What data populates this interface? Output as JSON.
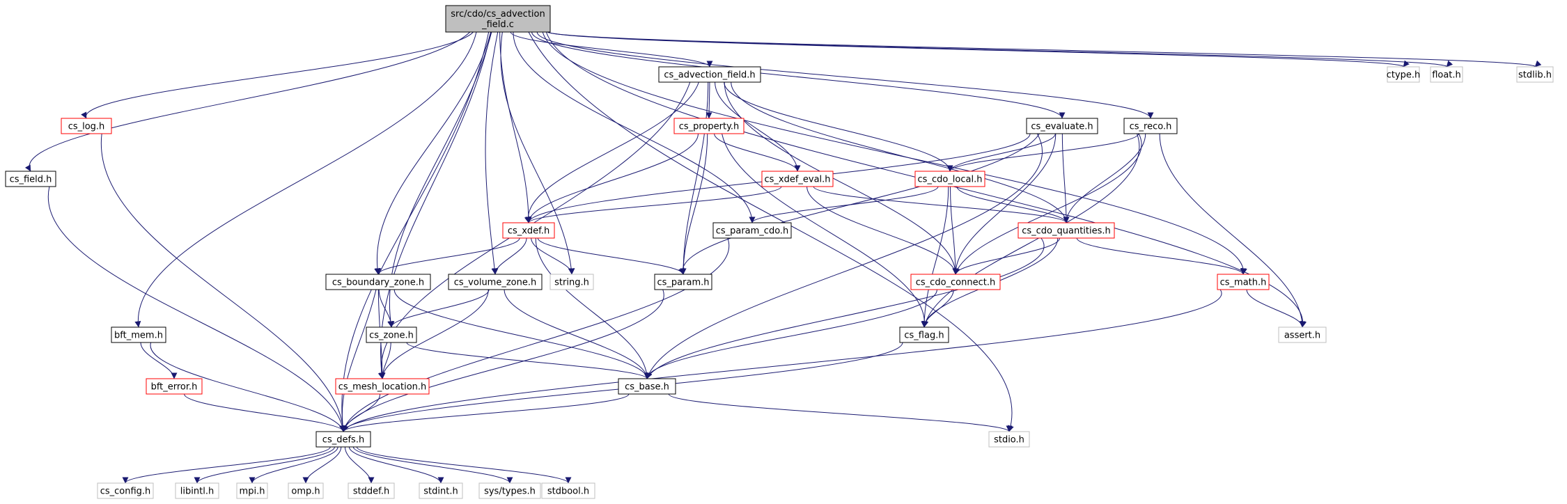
{
  "colors": {
    "edge": "#191970",
    "root_fill": "#bfbfbf",
    "box_border_black": "#000000",
    "box_border_red": "#ff0000",
    "box_border_gray": "#bfbfbf",
    "text": "#000000"
  },
  "nodes": [
    {
      "id": "root",
      "label": "src/cdo/cs_advection\n_field.c",
      "style": "root"
    },
    {
      "id": "cs_advection_field_h",
      "label": "cs_advection_field.h",
      "style": "black"
    },
    {
      "id": "ctype_h",
      "label": "ctype.h",
      "style": "gray"
    },
    {
      "id": "float_h",
      "label": "float.h",
      "style": "gray"
    },
    {
      "id": "stdlib_h",
      "label": "stdlib.h",
      "style": "gray"
    },
    {
      "id": "cs_log_h",
      "label": "cs_log.h",
      "style": "red"
    },
    {
      "id": "cs_field_h",
      "label": "cs_field.h",
      "style": "black"
    },
    {
      "id": "cs_property_h",
      "label": "cs_property.h",
      "style": "red"
    },
    {
      "id": "cs_evaluate_h",
      "label": "cs_evaluate.h",
      "style": "black"
    },
    {
      "id": "cs_reco_h",
      "label": "cs_reco.h",
      "style": "black"
    },
    {
      "id": "cs_xdef_eval_h",
      "label": "cs_xdef_eval.h",
      "style": "red"
    },
    {
      "id": "cs_cdo_local_h",
      "label": "cs_cdo_local.h",
      "style": "red"
    },
    {
      "id": "cs_xdef_h",
      "label": "cs_xdef.h",
      "style": "red"
    },
    {
      "id": "cs_param_cdo_h",
      "label": "cs_param_cdo.h",
      "style": "black"
    },
    {
      "id": "cs_cdo_quantities_h",
      "label": "cs_cdo_quantities.h",
      "style": "red"
    },
    {
      "id": "cs_boundary_zone_h",
      "label": "cs_boundary_zone.h",
      "style": "black"
    },
    {
      "id": "cs_volume_zone_h",
      "label": "cs_volume_zone.h",
      "style": "black"
    },
    {
      "id": "string_h",
      "label": "string.h",
      "style": "gray"
    },
    {
      "id": "cs_param_h",
      "label": "cs_param.h",
      "style": "black"
    },
    {
      "id": "cs_cdo_connect_h",
      "label": "cs_cdo_connect.h",
      "style": "red"
    },
    {
      "id": "cs_math_h",
      "label": "cs_math.h",
      "style": "red"
    },
    {
      "id": "bft_mem_h",
      "label": "bft_mem.h",
      "style": "black"
    },
    {
      "id": "cs_zone_h",
      "label": "cs_zone.h",
      "style": "black"
    },
    {
      "id": "cs_flag_h",
      "label": "cs_flag.h",
      "style": "black"
    },
    {
      "id": "assert_h",
      "label": "assert.h",
      "style": "gray"
    },
    {
      "id": "bft_error_h",
      "label": "bft_error.h",
      "style": "red"
    },
    {
      "id": "cs_mesh_location_h",
      "label": "cs_mesh_location.h",
      "style": "red"
    },
    {
      "id": "cs_base_h",
      "label": "cs_base.h",
      "style": "black"
    },
    {
      "id": "cs_defs_h",
      "label": "cs_defs.h",
      "style": "black"
    },
    {
      "id": "stdio_h",
      "label": "stdio.h",
      "style": "gray"
    },
    {
      "id": "cs_config_h",
      "label": "cs_config.h",
      "style": "gray"
    },
    {
      "id": "libintl_h",
      "label": "libintl.h",
      "style": "gray"
    },
    {
      "id": "mpi_h",
      "label": "mpi.h",
      "style": "gray"
    },
    {
      "id": "omp_h",
      "label": "omp.h",
      "style": "gray"
    },
    {
      "id": "stddef_h",
      "label": "stddef.h",
      "style": "gray"
    },
    {
      "id": "stdint_h",
      "label": "stdint.h",
      "style": "gray"
    },
    {
      "id": "sys_types_h",
      "label": "sys/types.h",
      "style": "gray"
    },
    {
      "id": "stdbool_h",
      "label": "stdbool.h",
      "style": "gray"
    }
  ],
  "edges": [
    [
      "root",
      "cs_advection_field_h"
    ],
    [
      "root",
      "ctype_h"
    ],
    [
      "root",
      "float_h"
    ],
    [
      "root",
      "stdlib_h"
    ],
    [
      "root",
      "cs_log_h"
    ],
    [
      "root",
      "cs_field_h"
    ],
    [
      "root",
      "bft_mem_h"
    ],
    [
      "root",
      "cs_defs_h"
    ],
    [
      "root",
      "cs_mesh_location_h"
    ],
    [
      "root",
      "cs_zone_h"
    ],
    [
      "root",
      "cs_boundary_zone_h"
    ],
    [
      "root",
      "cs_volume_zone_h"
    ],
    [
      "root",
      "string_h"
    ],
    [
      "root",
      "cs_xdef_h"
    ],
    [
      "root",
      "cs_param_cdo_h"
    ],
    [
      "root",
      "cs_evaluate_h"
    ],
    [
      "root",
      "cs_reco_h"
    ],
    [
      "root",
      "cs_math_h"
    ],
    [
      "root",
      "assert_h"
    ],
    [
      "root",
      "stdio_h"
    ],
    [
      "cs_advection_field_h",
      "cs_property_h"
    ],
    [
      "cs_advection_field_h",
      "cs_xdef_h"
    ],
    [
      "cs_advection_field_h",
      "cs_xdef_eval_h"
    ],
    [
      "cs_advection_field_h",
      "cs_param_h"
    ],
    [
      "cs_advection_field_h",
      "cs_cdo_local_h"
    ],
    [
      "cs_advection_field_h",
      "cs_cdo_quantities_h"
    ],
    [
      "cs_advection_field_h",
      "cs_cdo_connect_h"
    ],
    [
      "cs_advection_field_h",
      "cs_mesh_location_h"
    ],
    [
      "cs_property_h",
      "cs_xdef_h"
    ],
    [
      "cs_property_h",
      "cs_xdef_eval_h"
    ],
    [
      "cs_property_h",
      "cs_param_h"
    ],
    [
      "cs_property_h",
      "cs_flag_h"
    ],
    [
      "cs_evaluate_h",
      "cs_xdef_h"
    ],
    [
      "cs_evaluate_h",
      "cs_cdo_local_h"
    ],
    [
      "cs_evaluate_h",
      "cs_cdo_quantities_h"
    ],
    [
      "cs_evaluate_h",
      "cs_cdo_connect_h"
    ],
    [
      "cs_evaluate_h",
      "cs_param_h"
    ],
    [
      "cs_evaluate_h",
      "cs_base_h"
    ],
    [
      "cs_reco_h",
      "cs_cdo_local_h"
    ],
    [
      "cs_reco_h",
      "cs_cdo_quantities_h"
    ],
    [
      "cs_reco_h",
      "cs_cdo_connect_h"
    ],
    [
      "cs_reco_h",
      "cs_flag_h"
    ],
    [
      "cs_reco_h",
      "assert_h"
    ],
    [
      "cs_xdef_eval_h",
      "cs_xdef_h"
    ],
    [
      "cs_xdef_eval_h",
      "cs_cdo_quantities_h"
    ],
    [
      "cs_xdef_eval_h",
      "cs_cdo_connect_h"
    ],
    [
      "cs_cdo_local_h",
      "cs_param_cdo_h"
    ],
    [
      "cs_cdo_local_h",
      "cs_cdo_quantities_h"
    ],
    [
      "cs_cdo_local_h",
      "cs_cdo_connect_h"
    ],
    [
      "cs_cdo_local_h",
      "cs_flag_h"
    ],
    [
      "cs_xdef_h",
      "cs_boundary_zone_h"
    ],
    [
      "cs_xdef_h",
      "cs_volume_zone_h"
    ],
    [
      "cs_xdef_h",
      "string_h"
    ],
    [
      "cs_xdef_h",
      "cs_param_h"
    ],
    [
      "cs_xdef_h",
      "cs_base_h"
    ],
    [
      "cs_cdo_quantities_h",
      "cs_cdo_connect_h"
    ],
    [
      "cs_cdo_quantities_h",
      "cs_flag_h"
    ],
    [
      "cs_cdo_quantities_h",
      "cs_base_h"
    ],
    [
      "cs_cdo_quantities_h",
      "cs_math_h"
    ],
    [
      "cs_param_cdo_h",
      "cs_defs_h"
    ],
    [
      "cs_boundary_zone_h",
      "cs_zone_h"
    ],
    [
      "cs_boundary_zone_h",
      "cs_mesh_location_h"
    ],
    [
      "cs_boundary_zone_h",
      "cs_base_h"
    ],
    [
      "cs_boundary_zone_h",
      "cs_defs_h"
    ],
    [
      "cs_volume_zone_h",
      "cs_zone_h"
    ],
    [
      "cs_volume_zone_h",
      "cs_mesh_location_h"
    ],
    [
      "cs_volume_zone_h",
      "cs_base_h"
    ],
    [
      "cs_param_h",
      "cs_defs_h"
    ],
    [
      "cs_cdo_connect_h",
      "cs_flag_h"
    ],
    [
      "cs_cdo_connect_h",
      "cs_base_h"
    ],
    [
      "cs_math_h",
      "assert_h"
    ],
    [
      "cs_math_h",
      "cs_defs_h"
    ],
    [
      "cs_log_h",
      "cs_defs_h"
    ],
    [
      "cs_field_h",
      "cs_defs_h"
    ],
    [
      "bft_mem_h",
      "bft_error_h"
    ],
    [
      "bft_mem_h",
      "cs_defs_h"
    ],
    [
      "bft_error_h",
      "cs_defs_h"
    ],
    [
      "cs_zone_h",
      "cs_mesh_location_h"
    ],
    [
      "cs_zone_h",
      "cs_base_h"
    ],
    [
      "cs_flag_h",
      "cs_defs_h"
    ],
    [
      "cs_mesh_location_h",
      "cs_defs_h"
    ],
    [
      "cs_base_h",
      "cs_defs_h"
    ],
    [
      "cs_base_h",
      "stdio_h"
    ],
    [
      "cs_defs_h",
      "cs_config_h"
    ],
    [
      "cs_defs_h",
      "libintl_h"
    ],
    [
      "cs_defs_h",
      "mpi_h"
    ],
    [
      "cs_defs_h",
      "omp_h"
    ],
    [
      "cs_defs_h",
      "stddef_h"
    ],
    [
      "cs_defs_h",
      "stdint_h"
    ],
    [
      "cs_defs_h",
      "sys_types_h"
    ],
    [
      "cs_defs_h",
      "stdbool_h"
    ]
  ]
}
